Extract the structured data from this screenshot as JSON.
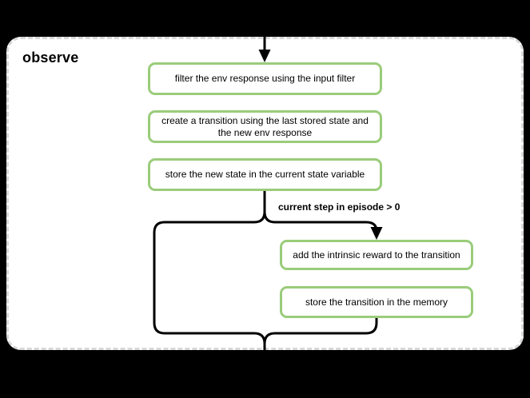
{
  "diagram": {
    "group_label": "observe",
    "branch_label": "current step in episode > 0",
    "nodes": [
      {
        "id": "filter-env-response",
        "label": "filter the env response using the input filter"
      },
      {
        "id": "create-transition",
        "label": "create a transition using the last stored state and the new env response"
      },
      {
        "id": "store-new-state",
        "label": "store the new state in the current state variable"
      },
      {
        "id": "add-intrinsic-reward",
        "label": "add the intrinsic reward to the transition"
      },
      {
        "id": "store-transition",
        "label": "store the transition in the memory"
      }
    ],
    "edges": [
      {
        "from": "outside-top",
        "to": "filter-env-response",
        "arrow": true
      },
      {
        "from": "store-new-state",
        "to": "branch-split",
        "arrow": false
      },
      {
        "from": "branch-split",
        "to": "add-intrinsic-reward",
        "label": "current step in episode > 0",
        "arrow": true
      },
      {
        "from": "branch-split",
        "to": "merge-bottom",
        "arrow": false
      },
      {
        "from": "store-transition",
        "to": "merge-bottom",
        "arrow": false
      },
      {
        "from": "merge-bottom",
        "to": "outside-bottom",
        "arrow": false
      }
    ],
    "colors": {
      "background": "#000000",
      "surface": "#ffffff",
      "node_border": "#9acc7a",
      "group_border": "#d8d8d8",
      "connector": "#000000",
      "text": "#000000"
    }
  }
}
